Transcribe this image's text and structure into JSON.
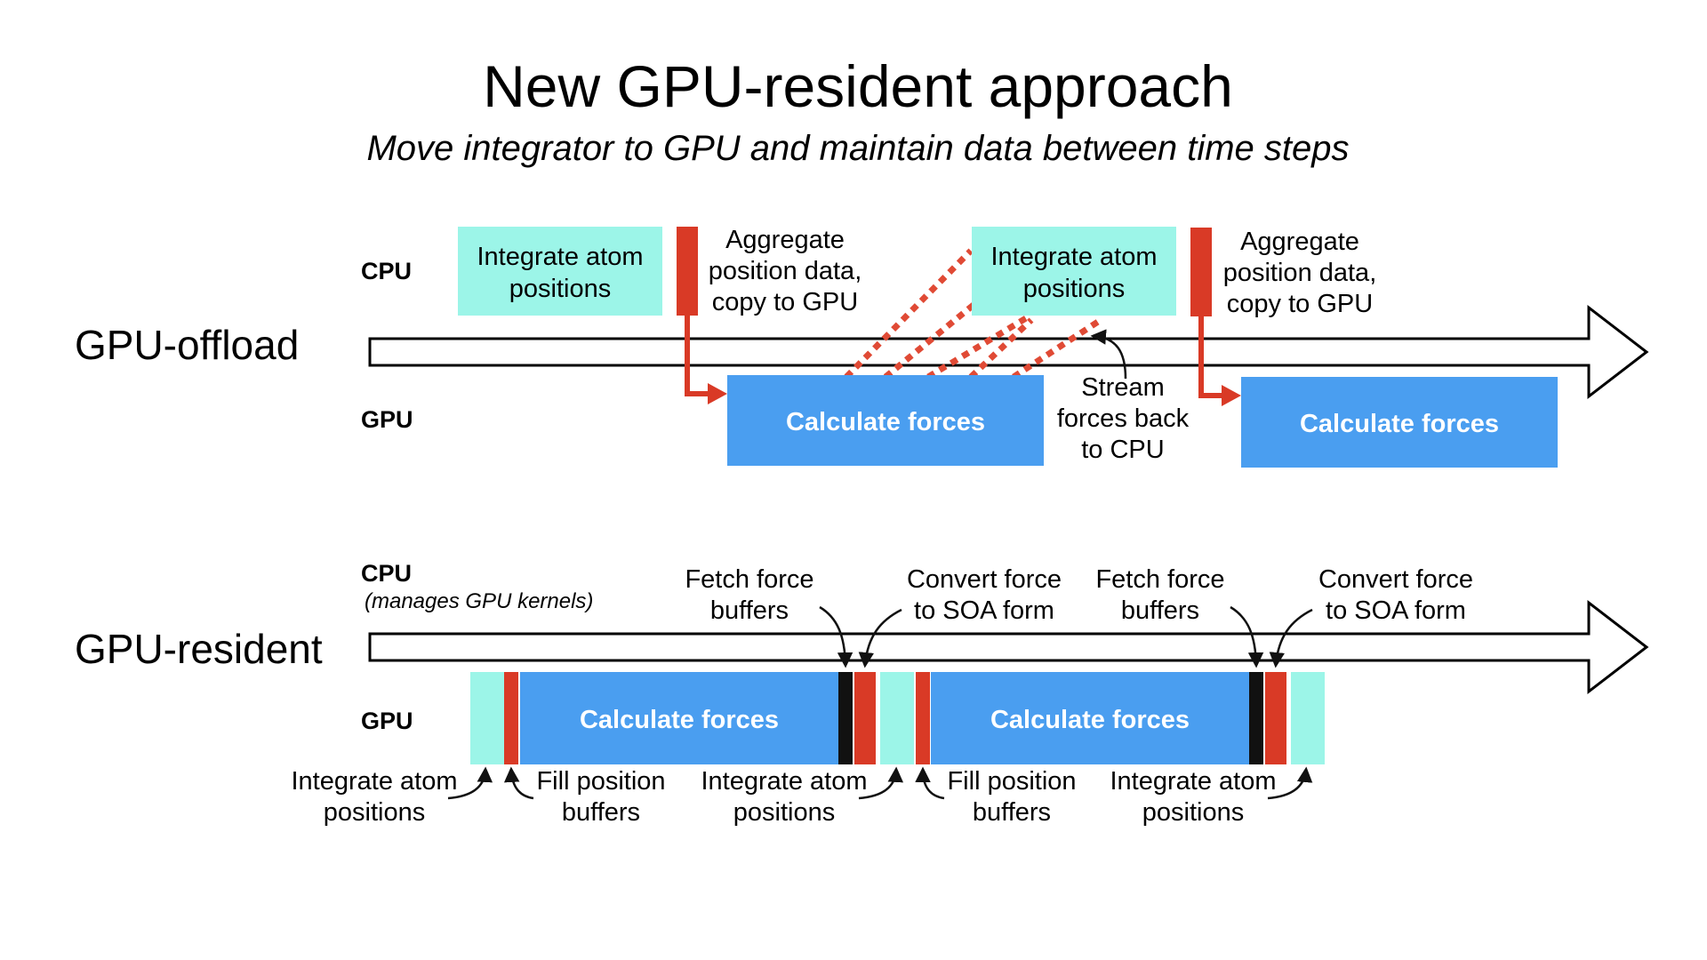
{
  "title": "New GPU-resident approach",
  "subtitle": "Move integrator to GPU and maintain data between time steps",
  "colors": {
    "cyan": "#9cf5e8",
    "red": "#d93a26",
    "blue": "#4a9ef0",
    "black": "#111111",
    "dotted": "#e04a35"
  },
  "offload": {
    "section_label": "GPU-offload",
    "cpu_label": "CPU",
    "gpu_label": "GPU",
    "integrate_1": [
      "Integrate atom",
      "positions"
    ],
    "aggregate_1": [
      "Aggregate",
      "position data,",
      "copy to GPU"
    ],
    "calc_1": "Calculate forces",
    "integrate_2": [
      "Integrate atom",
      "positions"
    ],
    "aggregate_2": [
      "Aggregate",
      "position data,",
      "copy to GPU"
    ],
    "calc_2": "Calculate forces",
    "stream": [
      "Stream",
      "forces back",
      "to CPU"
    ]
  },
  "resident": {
    "section_label": "GPU-resident",
    "cpu_label": "CPU",
    "cpu_note": "(manages GPU kernels)",
    "gpu_label": "GPU",
    "calc_1": "Calculate forces",
    "calc_2": "Calculate forces",
    "fetch_1": [
      "Fetch force",
      "buffers"
    ],
    "convert_1": [
      "Convert force",
      "to SOA form"
    ],
    "fetch_2": [
      "Fetch force",
      "buffers"
    ],
    "convert_2": [
      "Convert force",
      "to SOA form"
    ],
    "integrate_a": [
      "Integrate atom",
      "positions"
    ],
    "fill_a": [
      "Fill position",
      "buffers"
    ],
    "integrate_b": [
      "Integrate atom",
      "positions"
    ],
    "fill_b": [
      "Fill position",
      "buffers"
    ],
    "integrate_c": [
      "Integrate atom",
      "positions"
    ]
  }
}
